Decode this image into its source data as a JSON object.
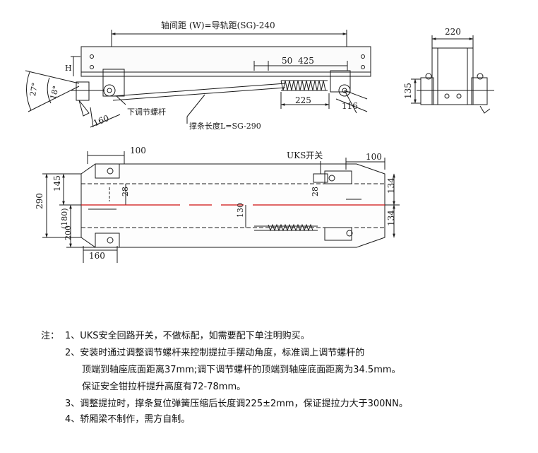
{
  "top_view": {
    "wheelbase_label": "轴间距 (W)=导轨距(SG)-240",
    "dim_50": "50",
    "dim_425": "425",
    "dim_225": "225",
    "dim_116": "116",
    "dim_H": "H",
    "angle_27": "27°",
    "angle_18": "18°",
    "dim_160": "160",
    "lower_screw_label": "下调节螺杆",
    "brace_label": "撑条长度L=SG-290"
  },
  "side_view": {
    "dim_220": "220",
    "dim_135": "135"
  },
  "plan_view": {
    "dim_100_left": "100",
    "uks_label": "UKS开关",
    "dim_100_right": "100",
    "dim_145": "145",
    "dim_290": "290",
    "dim_28_left": "28",
    "dim_180": "(180)",
    "dim_200": "200",
    "dim_160": "160",
    "dim_130": "130",
    "dim_28_right": "28",
    "dim_134_top": "134",
    "dim_134_bottom": "134"
  },
  "colors": {
    "centerline": "#d01010",
    "ink": "#1a1a1a"
  },
  "notes": {
    "prefix": "注：",
    "n1": "1、UKS安全回路开关，不做标配，如需要配下单注明购买。",
    "n2a": "2、安装时通过调整调节螺杆来控制提拉手摆动角度，标准调上调节螺杆的",
    "n2b": "顶端到轴座底面距离37mm;调下调节螺杆的顶端到轴座底面距离为34.5mm。",
    "n2c": "保证安全钳拉杆提升高度有72-78mm。",
    "n3": "3、调整提拉时，撑条复位弹簧压缩后长度调225±2mm，保证提拉力大于300NN。",
    "n4": "4、轿厢梁不制作，需方自制。"
  }
}
